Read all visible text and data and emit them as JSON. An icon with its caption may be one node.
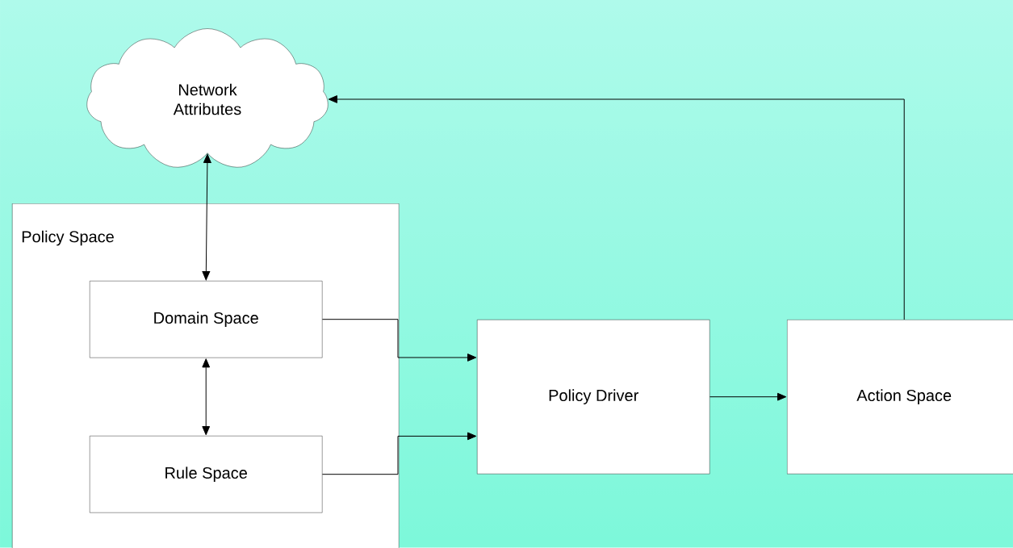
{
  "diagram": {
    "nodes": [
      {
        "text": [
          "Network Attributes"
        ]
      },
      {
        "text": [
          "Policy Space"
        ]
      },
      {
        "text": [
          "Domain Space"
        ],
        "in": 1
      },
      {
        "text": [
          "Rule Space"
        ],
        "in": 1
      },
      {
        "text": [
          "Policy Driver"
        ]
      },
      {
        "text": [
          "Action Space"
        ]
      }
    ],
    "edges": [
      {
        "from": 0,
        "to": 2,
        "arrow": "both"
      },
      {
        "from": 2,
        "to": 3,
        "arrow": "both"
      },
      {
        "from": 2,
        "to": 4,
        "arrow": "to"
      },
      {
        "from": 3,
        "to": 4,
        "arrow": "to"
      },
      {
        "from": 4,
        "to": 5,
        "arrow": "to"
      },
      {
        "from": 5,
        "to": 0,
        "arrow": "to"
      }
    ]
  }
}
